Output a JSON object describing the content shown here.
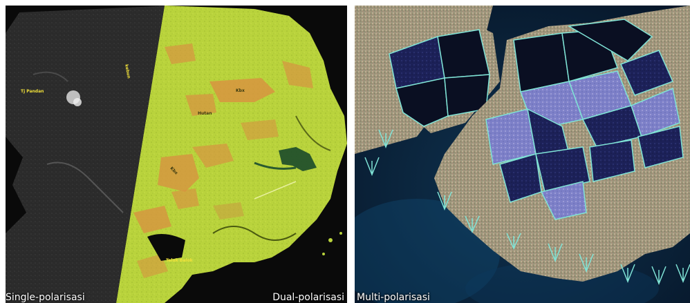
{
  "captions": {
    "single": "Single-polarisasi",
    "dual": "Dual-polarisasi",
    "multi": "Multi-polarisasi"
  },
  "map_labels": {
    "tj_pandan": "Tj Pandan",
    "kebun": "kebun",
    "kbx_top": "Kbx",
    "hutan": "Hutan",
    "kbx_left": "Kbx",
    "teluk_balok": "Teluk Balok"
  },
  "colors": {
    "single_pol": "#1c1c1c",
    "dual_land": "#b9d33c",
    "dual_patch": "#d79440",
    "multi_sea": "#0b2a48",
    "multi_pond": "#1a2560",
    "multi_dike": "#7fe3d6",
    "multi_shore": "#c8c0a0"
  }
}
